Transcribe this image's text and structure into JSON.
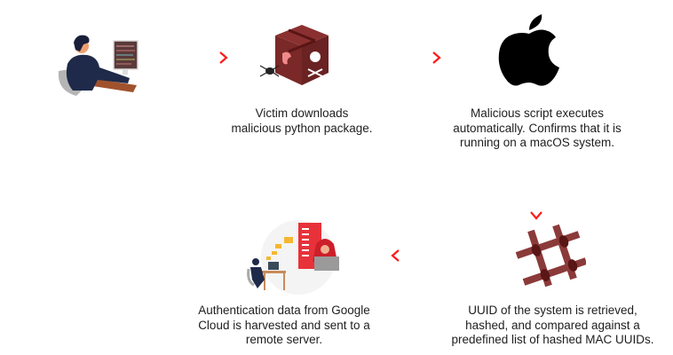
{
  "diagram": {
    "title": "Malicious Python package attack flow",
    "colors": {
      "arrow": "#ff1a1a",
      "box": "#7a2a2a",
      "hash": "#8b3a3a",
      "server": "#e8323a",
      "apple": "#000000"
    },
    "steps": [
      {
        "id": "victim",
        "icon": "victim-at-computer-icon",
        "caption": ""
      },
      {
        "id": "download",
        "icon": "malicious-package-box-icon",
        "caption_lines": [
          "Victim downloads",
          "malicious python package."
        ]
      },
      {
        "id": "macos",
        "icon": "apple-logo-icon",
        "caption_lines": [
          "Malicious script executes",
          "automatically. Confirms that it is",
          "running on a macOS system."
        ]
      },
      {
        "id": "uuid",
        "icon": "hash-icon",
        "caption_lines": [
          "UUID of the system is retrieved,",
          "hashed, and compared against a",
          "predefined list of hashed MAC UUIDs."
        ]
      },
      {
        "id": "exfil",
        "icon": "data-exfiltration-icon",
        "caption_lines": [
          "Authentication data from Google",
          "Cloud is harvested and sent to a",
          "remote server."
        ]
      }
    ],
    "arrows": [
      {
        "from": "victim",
        "to": "download",
        "direction": "right"
      },
      {
        "from": "download",
        "to": "macos",
        "direction": "right"
      },
      {
        "from": "macos",
        "to": "uuid",
        "direction": "down"
      },
      {
        "from": "uuid",
        "to": "exfil",
        "direction": "left"
      }
    ]
  }
}
